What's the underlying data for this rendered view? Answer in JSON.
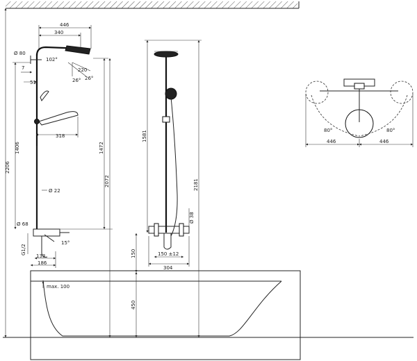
{
  "colors": {
    "line": "#222222",
    "background": "#ffffff",
    "hatch": "#555555"
  },
  "labels": {
    "d446_top": "446",
    "d340": "340",
    "d80_flange": "Ø 80",
    "d7": "7",
    "d51": "51",
    "a102": "102°",
    "d220": "220",
    "a26a": "26°",
    "a26b": "26°",
    "d318": "318",
    "d22": "Ø 22",
    "d68": "Ø 68",
    "g12": "G1/2",
    "d133": "133",
    "d186": "186",
    "a15": "15°",
    "v2206": "2206",
    "v1406": "1406",
    "v1472": "1472",
    "v2072": "2072",
    "v1581": "1581",
    "v2181": "2181",
    "v150": "150",
    "v450": "450",
    "d38": "Ø 38",
    "d150_12": "150 ±12",
    "d304": "304",
    "max100": "max. 100",
    "a80l": "80°",
    "a80r": "80°",
    "d446_l": "446",
    "d446_r": "446"
  }
}
